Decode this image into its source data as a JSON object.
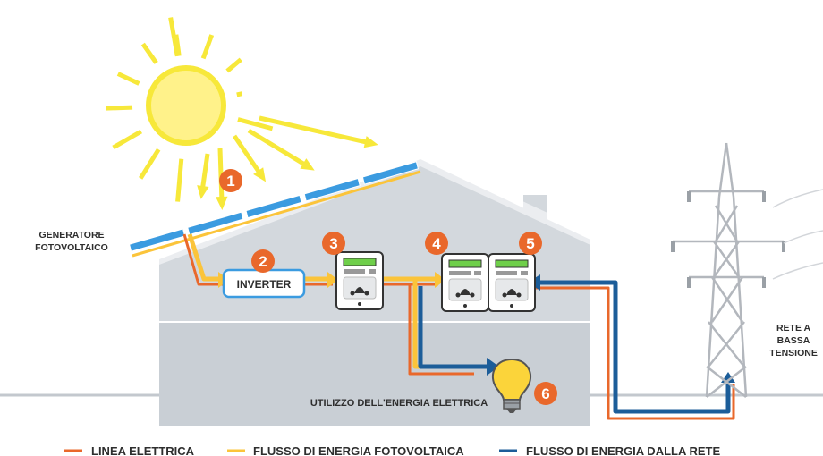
{
  "colors": {
    "sun": "#fff28a",
    "ray": "#f7e83a",
    "house": "#d3d8dd",
    "house_lower": "#c7cdd3",
    "panel": "#3b9be0",
    "badge": "#e9682b",
    "line_electric": "#e9682b",
    "flow_pv": "#fbc43a",
    "flow_grid": "#1c5d99",
    "tower": "#b3b7bd"
  },
  "labels": {
    "generator_line1": "GENERATORE",
    "generator_line2": "FOTOVOLTAICO",
    "inverter": "INVERTER",
    "usage": "UTILIZZO DELL'ENERGIA ELETTRICA",
    "grid_line1": "RETE A",
    "grid_line2": "BASSA",
    "grid_line3": "TENSIONE"
  },
  "badges": [
    "1",
    "2",
    "3",
    "4",
    "5",
    "6"
  ],
  "legend": [
    {
      "label": "LINEA ELETTRICA",
      "color": "#e9682b"
    },
    {
      "label": "FLUSSO DI ENERGIA FOTOVOLTAICA",
      "color": "#fbc43a"
    },
    {
      "label": "FLUSSO DI ENERGIA DALLA RETE",
      "color": "#1c5d99"
    }
  ]
}
